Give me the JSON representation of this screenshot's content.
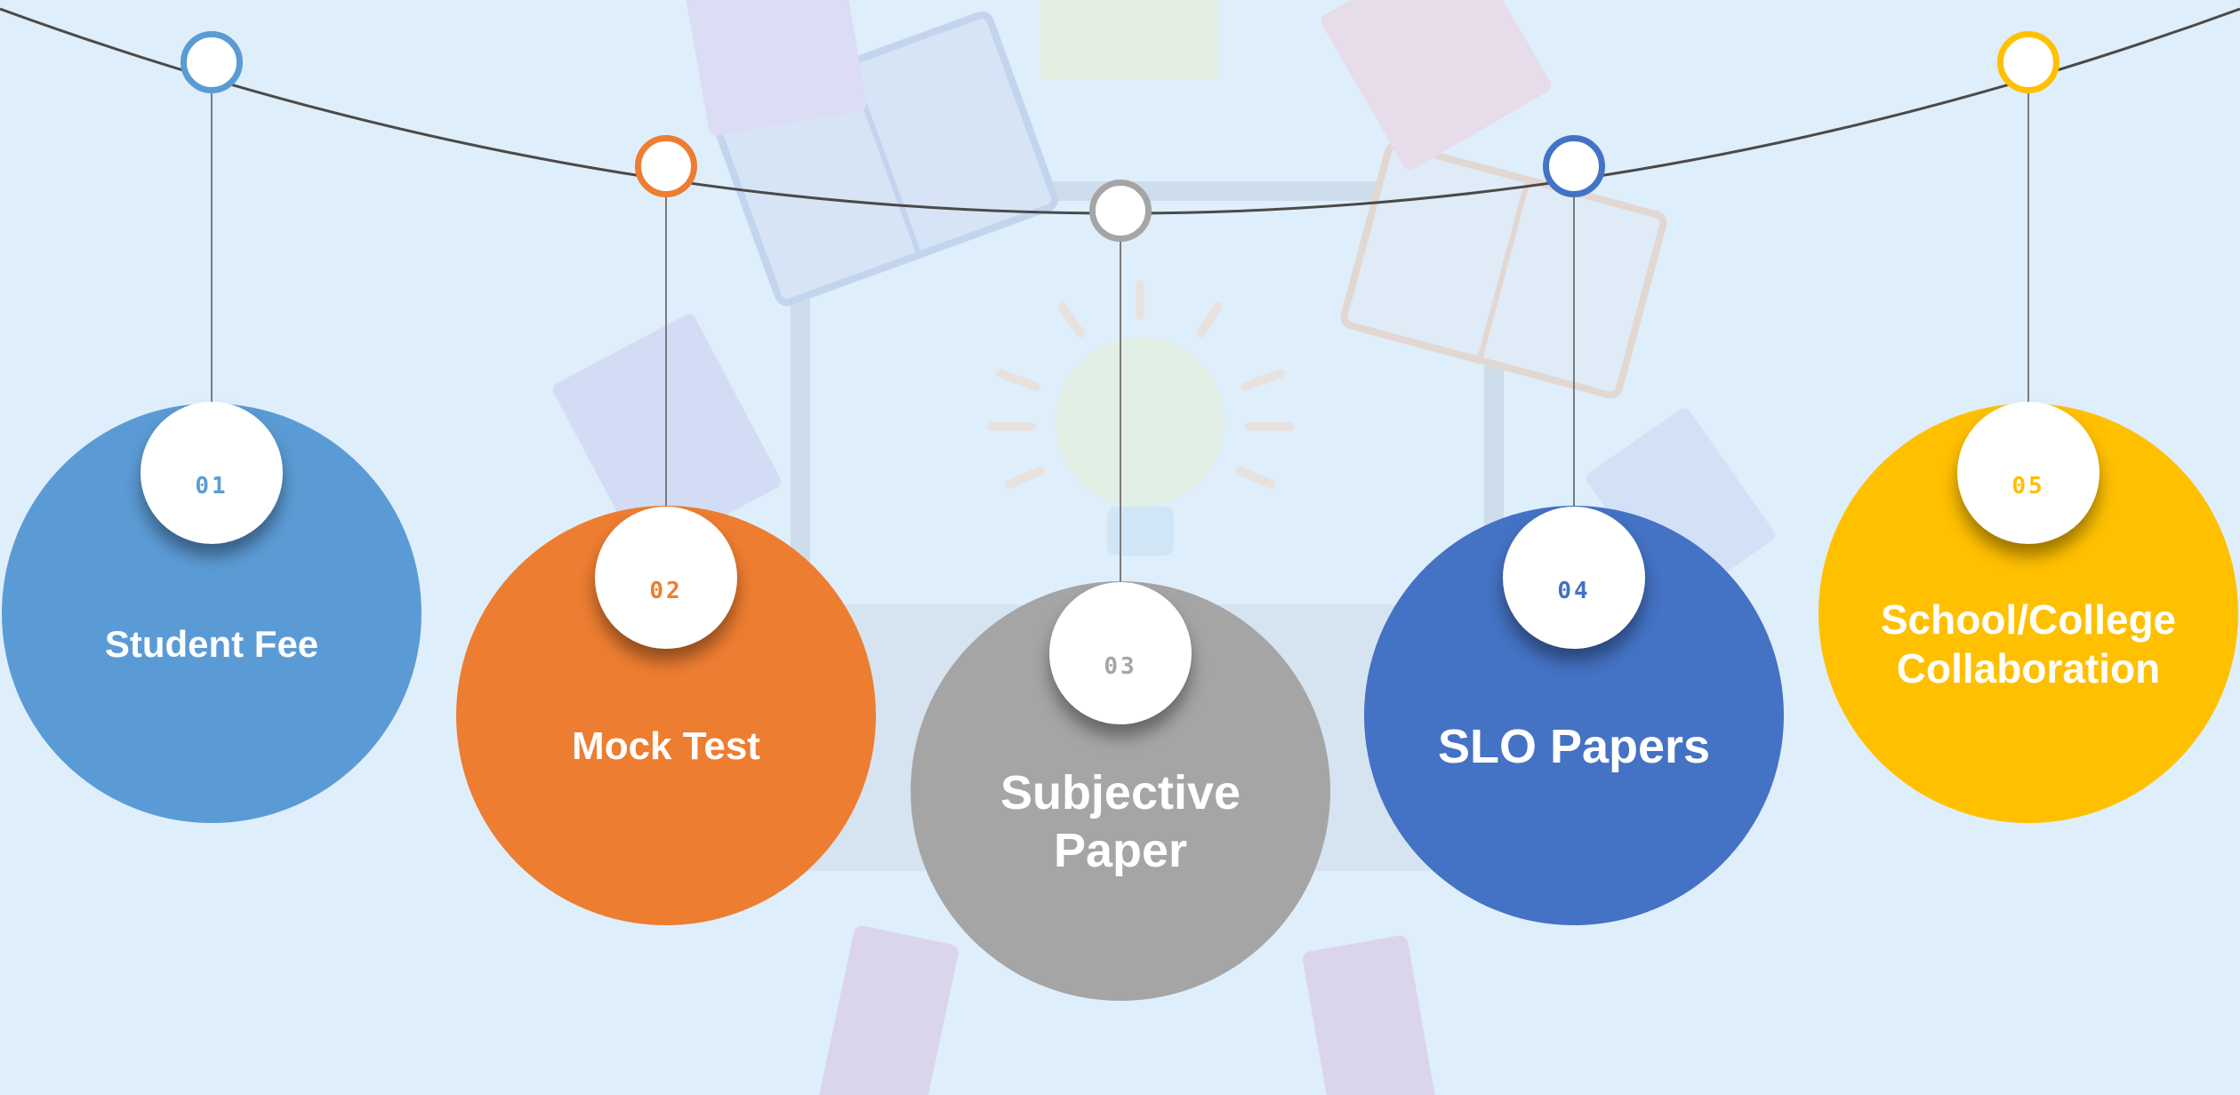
{
  "items": [
    {
      "number": "01",
      "label": "Student Fee",
      "color": "#5b9bd5"
    },
    {
      "number": "02",
      "label": "Mock Test",
      "color": "#ed7d31"
    },
    {
      "number": "03",
      "label": "Subjective Paper",
      "color": "#a5a5a5"
    },
    {
      "number": "04",
      "label": "SLO Papers",
      "color": "#4472c4"
    },
    {
      "number": "05",
      "label": "School/College Collaboration",
      "color": "#ffc000"
    }
  ],
  "background_color": "#dfeefb",
  "wire_color": "#4a4a4a"
}
